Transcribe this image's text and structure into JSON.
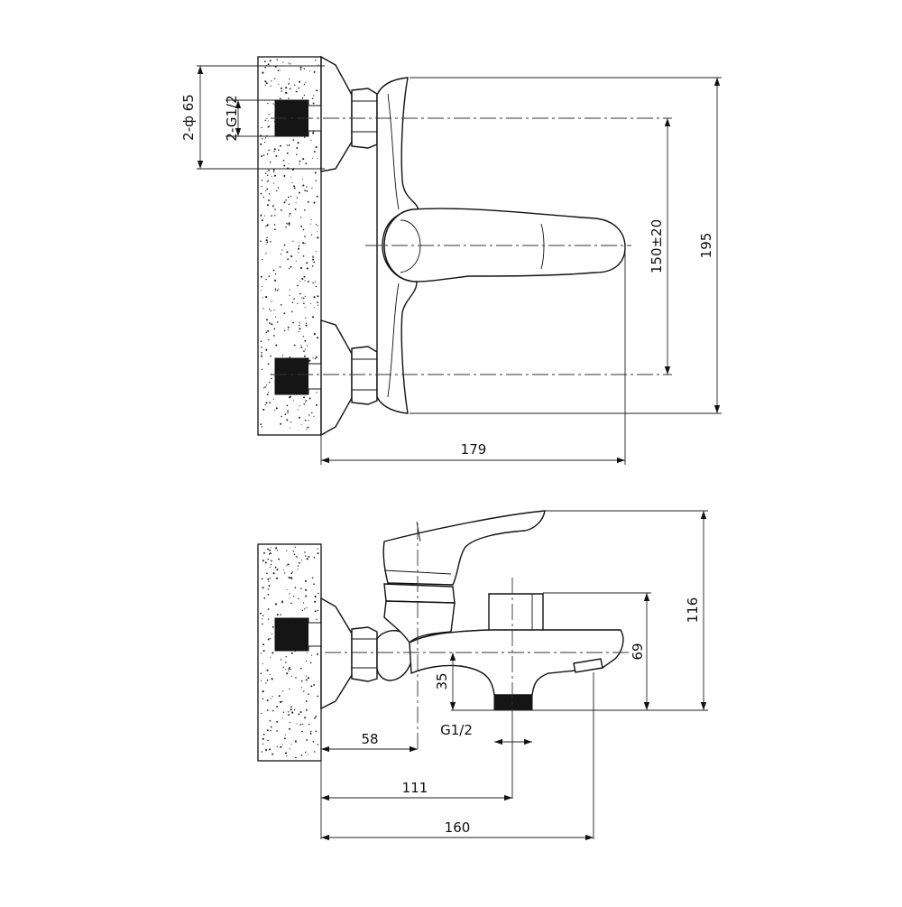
{
  "top_view": {
    "dims": {
      "inlet_diameter": "2-ф 65",
      "inlet_thread": "2-G1/2",
      "centers": "150±20",
      "height": "195",
      "depth": "179"
    }
  },
  "side_view": {
    "dims": {
      "height": "116",
      "spout_height": "69",
      "outlet_height": "35",
      "inlet_offset": "58",
      "outlet_thread": "G1/2",
      "outlet_offset": "111",
      "total_depth": "160"
    }
  }
}
